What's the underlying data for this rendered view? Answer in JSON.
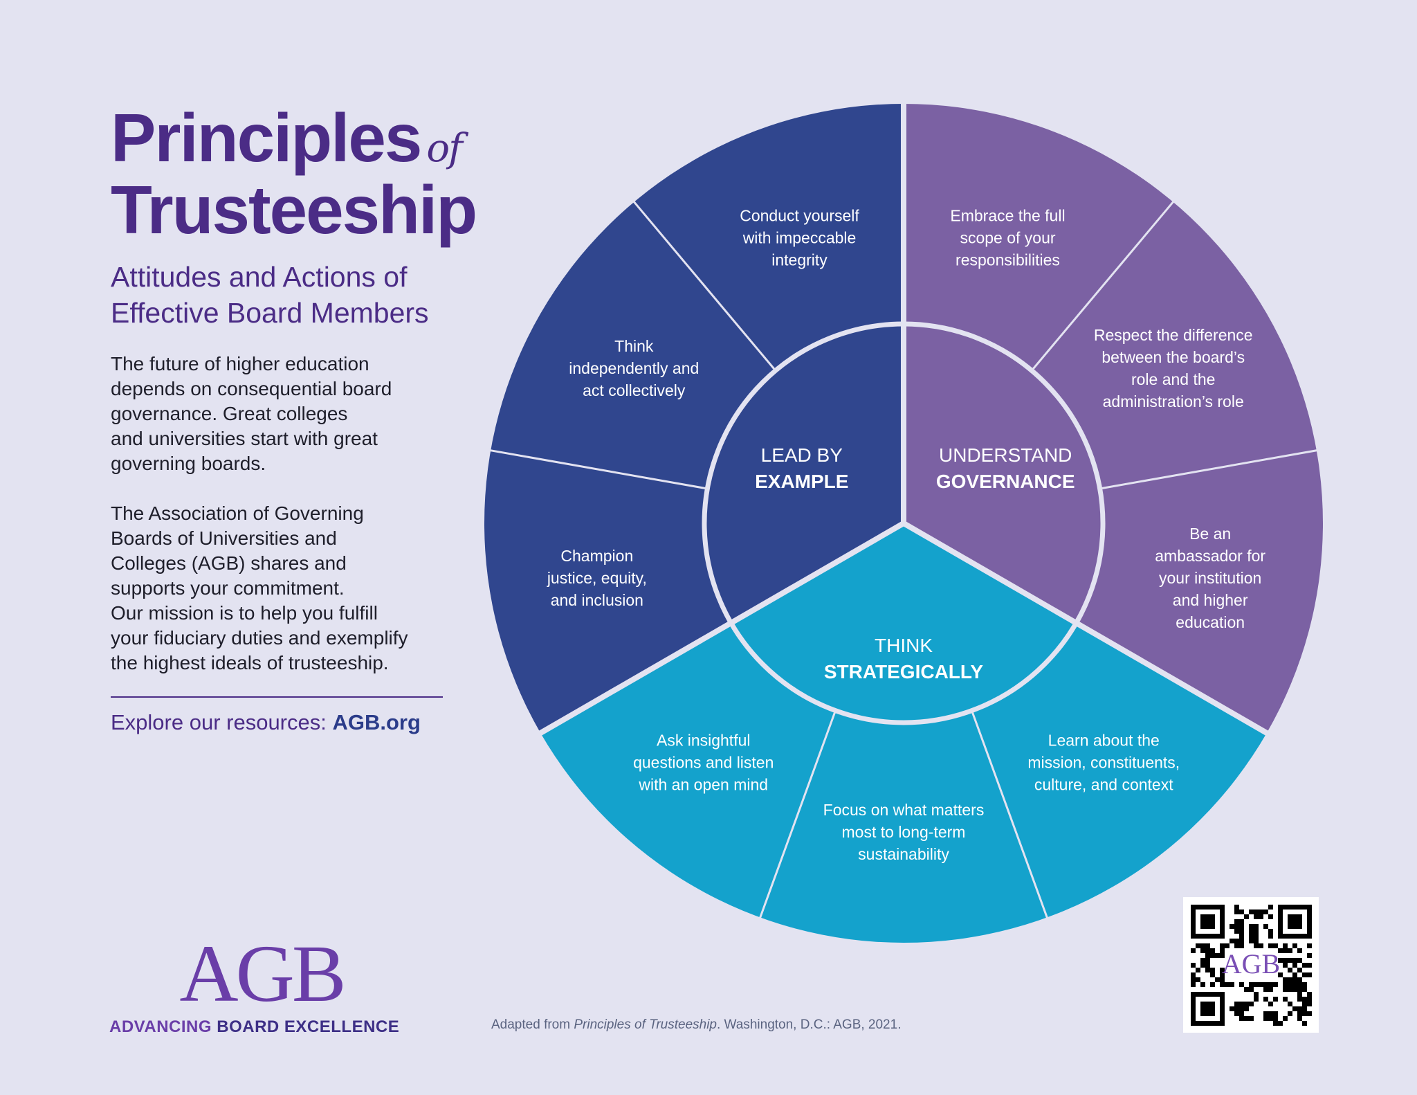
{
  "title": {
    "line1": "Principles",
    "of": "of",
    "line2": "Trusteeship"
  },
  "subtitle": {
    "line1": "Attitudes and Actions of",
    "line2": "Effective Board Members"
  },
  "intro": {
    "p1": [
      "The future of higher education",
      "depends on consequential board",
      "governance. Great colleges",
      "and universities start with great",
      "governing boards."
    ],
    "p2": [
      "The Association of Governing",
      "Boards of Universities and",
      "Colleges (AGB) shares and",
      "supports your commitment.",
      "Our mission is to help you fulfill",
      "your fiduciary duties and exemplify",
      "the highest ideals of trusteeship."
    ]
  },
  "explore": {
    "label": "Explore our resources:",
    "link": "AGB.org"
  },
  "wheel": {
    "colors": {
      "lead": "#30468e",
      "govern": "#7b61a3",
      "strategy": "#14a2cc",
      "divider": "#e3e3f1"
    },
    "centers": [
      {
        "line1": "LEAD BY",
        "line2": "EXAMPLE"
      },
      {
        "line1": "UNDERSTAND",
        "line2": "GOVERNANCE"
      },
      {
        "line1": "THINK",
        "line2": "STRATEGICALLY"
      }
    ],
    "segments": [
      {
        "lines": [
          "Conduct yourself",
          "with impeccable",
          "integrity"
        ]
      },
      {
        "lines": [
          "Embrace the full",
          "scope of your",
          "responsibilities"
        ]
      },
      {
        "lines": [
          "Respect the difference",
          "between the board’s",
          "role and the",
          "administration’s role"
        ]
      },
      {
        "lines": [
          "Be an",
          "ambassador for",
          "your institution",
          "and higher",
          "education"
        ]
      },
      {
        "lines": [
          "Learn about the",
          "mission, constituents,",
          "culture, and context"
        ]
      },
      {
        "lines": [
          "Focus on what matters",
          "most to long-term",
          "sustainability"
        ]
      },
      {
        "lines": [
          "Ask insightful",
          "questions and listen",
          "with an open mind"
        ]
      },
      {
        "lines": [
          "Champion",
          "justice, equity,",
          "and inclusion"
        ]
      },
      {
        "lines": [
          "Think",
          "independently and",
          "act collectively"
        ]
      }
    ]
  },
  "logo": {
    "mark": "AGB",
    "tag_a": "ADVANCING",
    "tag_b": "BOARD EXCELLENCE"
  },
  "credit": {
    "prefix": "Adapted from",
    "book": "Principles of Trusteeship",
    "suffix": ". Washington, D.C.: AGB, 2021."
  },
  "qr": {
    "label": "AGB"
  }
}
